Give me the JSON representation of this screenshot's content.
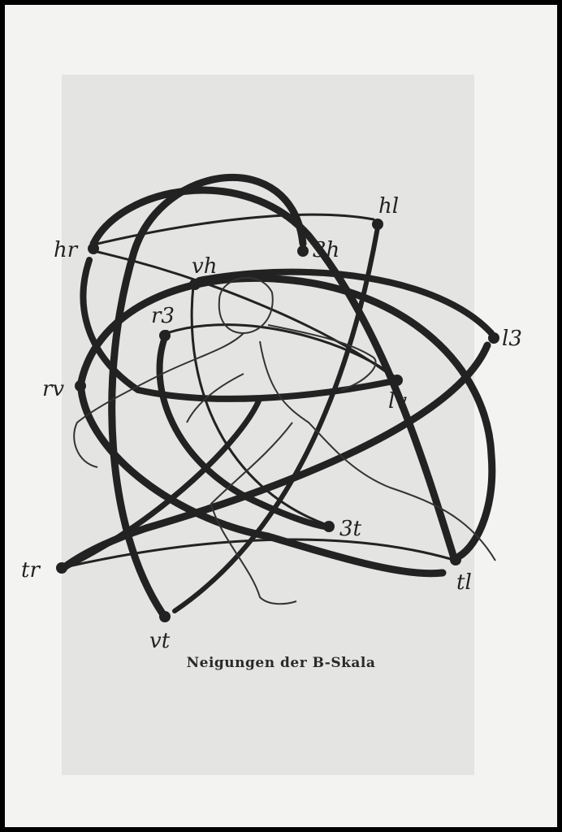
{
  "figure": {
    "caption": "Neigungen der B-Skala",
    "points": {
      "hr": "hr",
      "h3": "3h",
      "hl": "hl",
      "vh": "vh",
      "r3": "r3",
      "l3": "l3",
      "rv": "rv",
      "lv": "lv",
      "t3": "3t",
      "tr": "tr",
      "tl": "tl",
      "vt": "vt"
    }
  },
  "colors": {
    "ink": "#222222",
    "panel": "#e4e4e2",
    "paper": "#f3f3f1"
  }
}
